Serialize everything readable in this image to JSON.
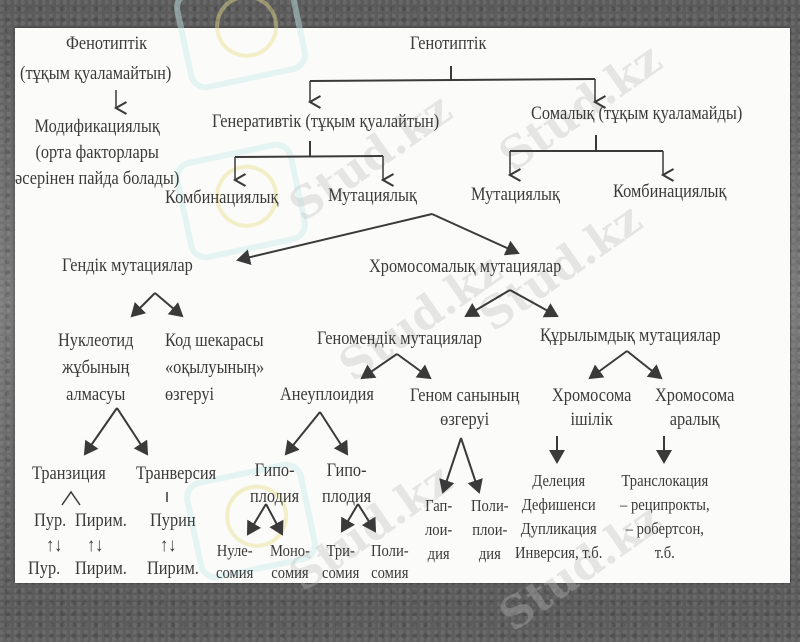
{
  "diagram": {
    "title_left": "Фенотиптік",
    "title_left_sub": "(тұқым қуаламайтын)",
    "title_right": "Генотиптік",
    "level1": {
      "modification": "Модификациялық\n(орта факторлары\nәсерінен пайда болады)",
      "generative": "Генеративтік (тұқым қуалайтын)",
      "somatic": "Сомалық  (тұқым қуаламайды)"
    },
    "level2": {
      "gen_combination": "Комбинациялық",
      "gen_mutation": "Мутациялық",
      "som_mutation": "Мутациялық",
      "som_combination": "Комбинациялық"
    },
    "level3": {
      "gene_mutations": "Гендік мутациялар",
      "chromosome_mutations": "Хромосомалық мутациялар"
    },
    "level4": {
      "nucleotide_pair": "Нуклеотид\nжұбының\nалмасуы",
      "code_frame": "Код шекарасы\n«оқылуының»\nөзгеруі",
      "genomic": "Геномендік мутациялар",
      "structural": "Құрылымдық мутациялар"
    },
    "level5": {
      "aneuploidy": "Анеуплоидия",
      "genome_number": "Геном санының\nөзгеруі",
      "intrachromosomal": "Хромосома\nішілік",
      "interchromosomal": "Хромосома\nаралық"
    },
    "level6": {
      "transition": "Транзиция",
      "transversion": "Транверсия",
      "hypoploidy": "Гипо-\nплодия",
      "hyperploidy": "Гипо-\nплодия",
      "haploidy": "Гап-\nлои-\nдия",
      "polyploidy": "Поли-\nплои-\nдия",
      "intra_types": "Делеция\nДефишенси\nДупликация\nИнверсия, т.б.",
      "inter_types": "Транслокация\n– реципрокты,\n– робертсон,\nт.б."
    },
    "level7": {
      "pur1": "Пур.",
      "pirim1": "Пирим.",
      "purin": "Пурин",
      "swap1": "↑↓",
      "swap2": "↑↓",
      "swap3": "↑↓",
      "pur2": "Пур.",
      "pirim2": "Пирим.",
      "pirim3": "Пирим.",
      "nullisomy": "Нуле-\nсомия",
      "monosomy": "Моно-\nсомия",
      "trisomy": "Три-\nсомия",
      "polysomy": "Поли-\nсомия"
    }
  },
  "watermark": "Stud.kz",
  "colors": {
    "ink": "#3a3a3a",
    "paper": "#fbfbf9",
    "background": "#6e6e6e"
  }
}
